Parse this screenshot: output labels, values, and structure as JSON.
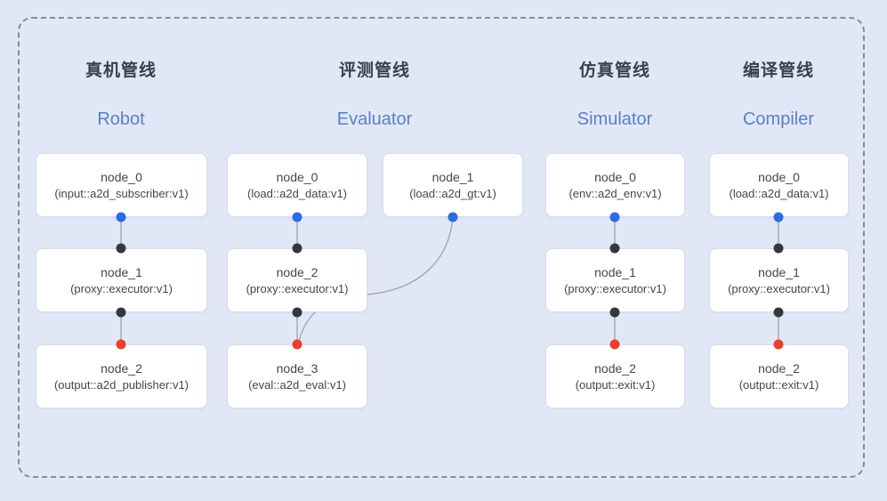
{
  "diagram": {
    "pipelines": [
      {
        "title_zh": "真机管线",
        "title_en": "Robot",
        "nodes": [
          {
            "name": "node_0",
            "type": "(input::a2d_subscriber:v1)"
          },
          {
            "name": "node_1",
            "type": "(proxy::executor:v1)"
          },
          {
            "name": "node_2",
            "type": "(output::a2d_publisher:v1)"
          }
        ]
      },
      {
        "title_zh": "评测管线",
        "title_en": "Evaluator",
        "nodes": [
          {
            "name": "node_0",
            "type": "(load::a2d_data:v1)"
          },
          {
            "name": "node_1",
            "type": "(load::a2d_gt:v1)"
          },
          {
            "name": "node_2",
            "type": "(proxy::executor:v1)"
          },
          {
            "name": "node_3",
            "type": "(eval::a2d_eval:v1)"
          }
        ]
      },
      {
        "title_zh": "仿真管线",
        "title_en": "Simulator",
        "nodes": [
          {
            "name": "node_0",
            "type": "(env::a2d_env:v1)"
          },
          {
            "name": "node_1",
            "type": "(proxy::executor:v1)"
          },
          {
            "name": "node_2",
            "type": "(output::exit:v1)"
          }
        ]
      },
      {
        "title_zh": "编译管线",
        "title_en": "Compiler",
        "nodes": [
          {
            "name": "node_0",
            "type": "(load::a2d_data:v1)"
          },
          {
            "name": "node_1",
            "type": "(proxy::executor:v1)"
          },
          {
            "name": "node_2",
            "type": "(output::exit:v1)"
          }
        ]
      }
    ],
    "edges": [
      {
        "pipeline": "Robot",
        "from": "node_0",
        "to": "node_1"
      },
      {
        "pipeline": "Robot",
        "from": "node_1",
        "to": "node_2"
      },
      {
        "pipeline": "Evaluator",
        "from": "node_0",
        "to": "node_2"
      },
      {
        "pipeline": "Evaluator",
        "from": "node_1",
        "to": "node_3"
      },
      {
        "pipeline": "Evaluator",
        "from": "node_2",
        "to": "node_3"
      },
      {
        "pipeline": "Simulator",
        "from": "node_0",
        "to": "node_1"
      },
      {
        "pipeline": "Simulator",
        "from": "node_1",
        "to": "node_2"
      },
      {
        "pipeline": "Compiler",
        "from": "node_0",
        "to": "node_1"
      },
      {
        "pipeline": "Compiler",
        "from": "node_1",
        "to": "node_2"
      }
    ]
  },
  "colors": {
    "bg": "#e1e7f7",
    "border_dash": "#878d98",
    "box_bg": "#ffffff",
    "box_border": "#d8dde8",
    "text_dark": "#3a3f49",
    "text_node": "#42464e",
    "accent_blue": "#5b80c8",
    "port_blue": "#2b6ce2",
    "port_black": "#34373c",
    "port_red": "#e8402c",
    "edge": "#9aa3b5"
  }
}
